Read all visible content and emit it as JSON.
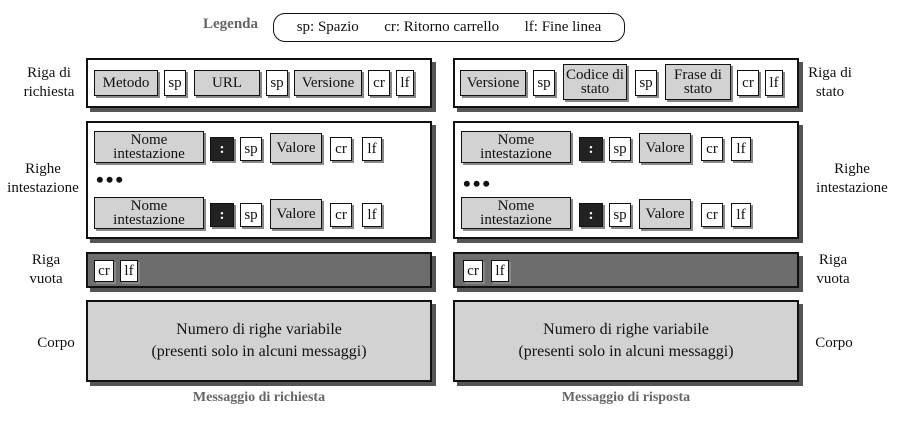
{
  "legend": {
    "title": "Legenda",
    "items": [
      "sp: Spazio",
      "cr: Ritorno carrello",
      "lf: Fine linea"
    ]
  },
  "labels": {
    "request_line": "Riga di richiesta",
    "status_line": "Riga di stato",
    "headers": "Righe intestazione",
    "blank_line": "Riga vuota",
    "body": "Corpo"
  },
  "fields": {
    "method": "Metodo",
    "url": "URL",
    "version": "Versione",
    "sp": "sp",
    "cr": "cr",
    "lf": "lf",
    "status_code": "Codice di stato",
    "status_phrase": "Frase di stato",
    "header_name": "Nome intestazione",
    "colon": ":",
    "value": "Valore",
    "ellipsis": "•••"
  },
  "body_text": {
    "line1": "Numero di righe variabile",
    "line2": "(presenti solo in alcuni messaggi)"
  },
  "captions": {
    "request": "Messaggio di richiesta",
    "response": "Messaggio di risposta"
  }
}
